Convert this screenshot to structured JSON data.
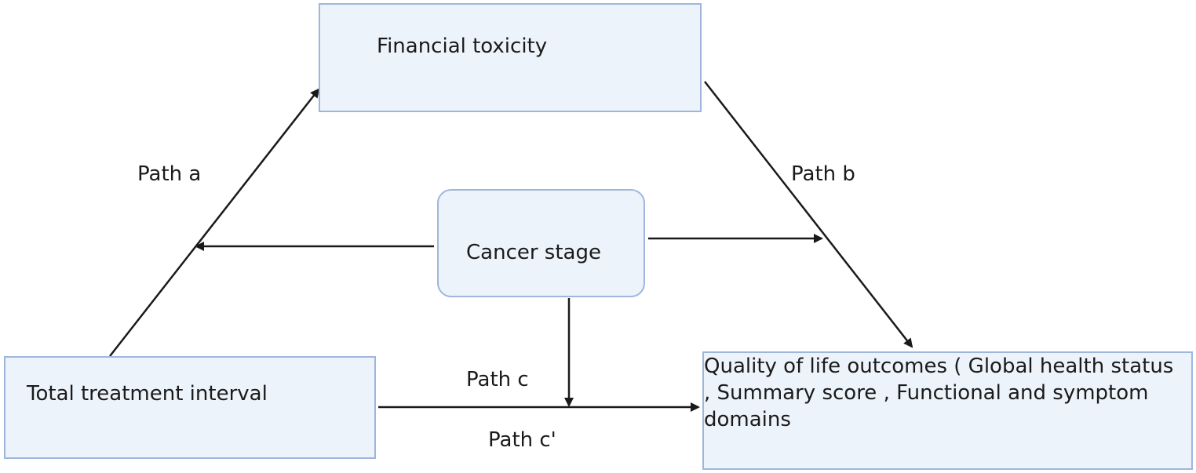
{
  "diagram": {
    "nodes": {
      "financial_toxicity": "Financial toxicity",
      "cancer_stage": "Cancer stage",
      "total_treatment_interval": "Total treatment interval",
      "quality_of_life": "Quality of life outcomes ( Global health status , Summary score  , Functional and symptom domains"
    },
    "paths": {
      "a": "Path a",
      "b": "Path b",
      "c": "Path c",
      "c_prime": "Path c'"
    },
    "colors": {
      "box_fill": "#edf3fb",
      "box_border": "#9fb6dc",
      "arrow": "#1a1a1a"
    }
  }
}
